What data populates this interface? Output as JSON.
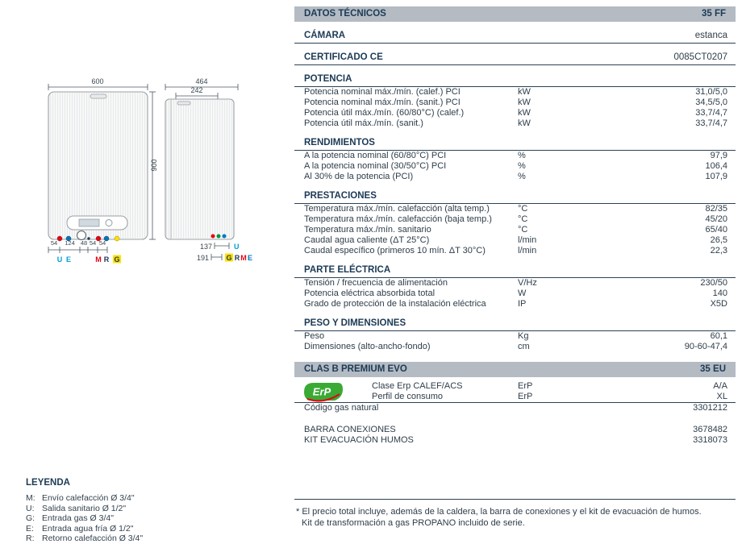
{
  "colors": {
    "navy": "#1c3a55",
    "red": "#e30613",
    "blue": "#0077be",
    "teal": "#00a0d0",
    "yellow": "#ffe100",
    "green": "#3aaa35",
    "bar_gray": "#b4bbc3"
  },
  "diagram": {
    "front": {
      "width": "600",
      "height": "900",
      "segments": [
        "54",
        "124",
        "48",
        "54",
        "54"
      ],
      "ports": {
        "u": "U",
        "e": "E",
        "m": "M",
        "r": "R",
        "g": "G"
      }
    },
    "side": {
      "width": "464",
      "depth": "242",
      "dim_u": "137",
      "dim_g": "191",
      "ports": {
        "u": "U",
        "g": "G",
        "r": "R",
        "m": "M",
        "e": "E"
      }
    }
  },
  "legend": {
    "title": "LEYENDA",
    "items": [
      {
        "key": "M:",
        "text": "Envío calefacción Ø 3/4\""
      },
      {
        "key": "U:",
        "text": "Salida sanitario Ø 1/2\""
      },
      {
        "key": "G:",
        "text": "Entrada gas Ø 3/4\""
      },
      {
        "key": "E:",
        "text": "Entrada agua fría Ø 1/2\""
      },
      {
        "key": "R:",
        "text": "Retorno calefacción Ø 3/4\""
      }
    ]
  },
  "table": {
    "header": {
      "title": "DATOS TÉCNICOS",
      "model": "35 FF"
    },
    "sections": [
      {
        "title": "CÁMARA",
        "value": "estanca",
        "rows": []
      },
      {
        "title": "CERTIFICADO CE",
        "value": "0085CT0207",
        "rows": []
      },
      {
        "title": "POTENCIA",
        "value": "",
        "rows": [
          {
            "label": "Potencia nominal máx./mín. (calef.) PCI",
            "unit": "kW",
            "value": "31,0/5,0"
          },
          {
            "label": "Potencia nominal máx./mín. (sanit.) PCI",
            "unit": "kW",
            "value": "34,5/5,0"
          },
          {
            "label": "Potencia útil máx./mín. (60/80°C) (calef.)",
            "unit": "kW",
            "value": "33,7/4,7"
          },
          {
            "label": "Potencia útil máx./mín. (sanit.)",
            "unit": "kW",
            "value": "33,7/4,7"
          }
        ]
      },
      {
        "title": "RENDIMIENTOS",
        "value": "",
        "rows": [
          {
            "label": "A la potencia nominal (60/80°C) PCI",
            "unit": "%",
            "value": "97,9"
          },
          {
            "label": "A la potencia nominal (30/50°C) PCI",
            "unit": "%",
            "value": "106,4"
          },
          {
            "label": "Al 30% de la potencia (PCI)",
            "unit": "%",
            "value": "107,9"
          }
        ]
      },
      {
        "title": "PRESTACIONES",
        "value": "",
        "rows": [
          {
            "label": "Temperatura máx./mín. calefacción (alta temp.)",
            "unit": "°C",
            "value": "82/35"
          },
          {
            "label": "Temperatura máx./mín. calefacción (baja temp.)",
            "unit": "°C",
            "value": "45/20"
          },
          {
            "label": "Temperatura máx./mín. sanitario",
            "unit": "°C",
            "value": "65/40"
          },
          {
            "label": "Caudal agua caliente (ΔT 25°C)",
            "unit": "l/min",
            "value": "26,5"
          },
          {
            "label": "Caudal específico (primeros 10 mín. ΔT 30°C)",
            "unit": "l/min",
            "value": "22,3"
          }
        ]
      },
      {
        "title": "PARTE ELÉCTRICA",
        "value": "",
        "rows": [
          {
            "label": "Tensión / frecuencia de alimentación",
            "unit": "V/Hz",
            "value": "230/50"
          },
          {
            "label": "Potencia eléctrica absorbida total",
            "unit": "W",
            "value": "140"
          },
          {
            "label": "Grado de protección de la instalación eléctrica",
            "unit": "IP",
            "value": "X5D"
          }
        ]
      },
      {
        "title": "PESO Y DIMENSIONES",
        "value": "",
        "rows": [
          {
            "label": "Peso",
            "unit": "Kg",
            "value": "60,1"
          },
          {
            "label": "Dimensiones (alto-ancho-fondo)",
            "unit": "cm",
            "value": "90-60-47,4"
          }
        ]
      }
    ]
  },
  "erp": {
    "header": {
      "title": "CLAS B PREMIUM EVO",
      "model": "35 EU"
    },
    "logo_text": "ErP",
    "rows": [
      {
        "label": "Clase Erp CALEF/ACS",
        "unit": "ErP",
        "value": "A/A"
      },
      {
        "label": "Perfil de consumo",
        "unit": "ErP",
        "value": "XL"
      }
    ],
    "code_row": {
      "label": "Código gas natural",
      "unit": "",
      "value": "3301212"
    },
    "extra_rows": [
      {
        "label": "BARRA CONEXIONES",
        "unit": "",
        "value": "3678482"
      },
      {
        "label": "KIT EVACUACIÓN HUMOS",
        "unit": "",
        "value": "3318073"
      }
    ]
  },
  "footnote": {
    "line1": "* El precio total incluye, además de la caldera, la barra de conexiones y el kit de evacuación de humos.",
    "line2": "Kit de transformación a gas PROPANO incluido de serie."
  }
}
